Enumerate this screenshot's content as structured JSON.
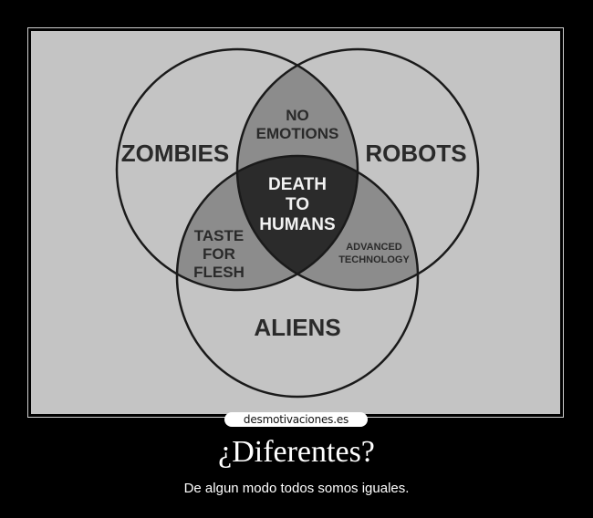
{
  "poster": {
    "colors": {
      "background": "#c4c4c4",
      "pair_overlap": "#8c8c8c",
      "center_overlap": "#2b2b2b",
      "outline": "#1a1a1a"
    },
    "sets": {
      "zombies": "ZOMBIES",
      "robots": "ROBOTS",
      "aliens": "ALIENS"
    },
    "overlaps": {
      "zombies_robots": [
        "NO",
        "EMOTIONS"
      ],
      "zombies_aliens": [
        "TASTE",
        "FOR",
        "FLESH"
      ],
      "robots_aliens": [
        "ADVANCED",
        "TECHNOLOGY"
      ],
      "all_three": [
        "DEATH",
        "TO",
        "HUMANS"
      ]
    }
  },
  "watermark": "desmotivaciones.es",
  "caption": {
    "title": "¿Diferentes?",
    "subtitle": "De algun modo todos somos iguales."
  }
}
